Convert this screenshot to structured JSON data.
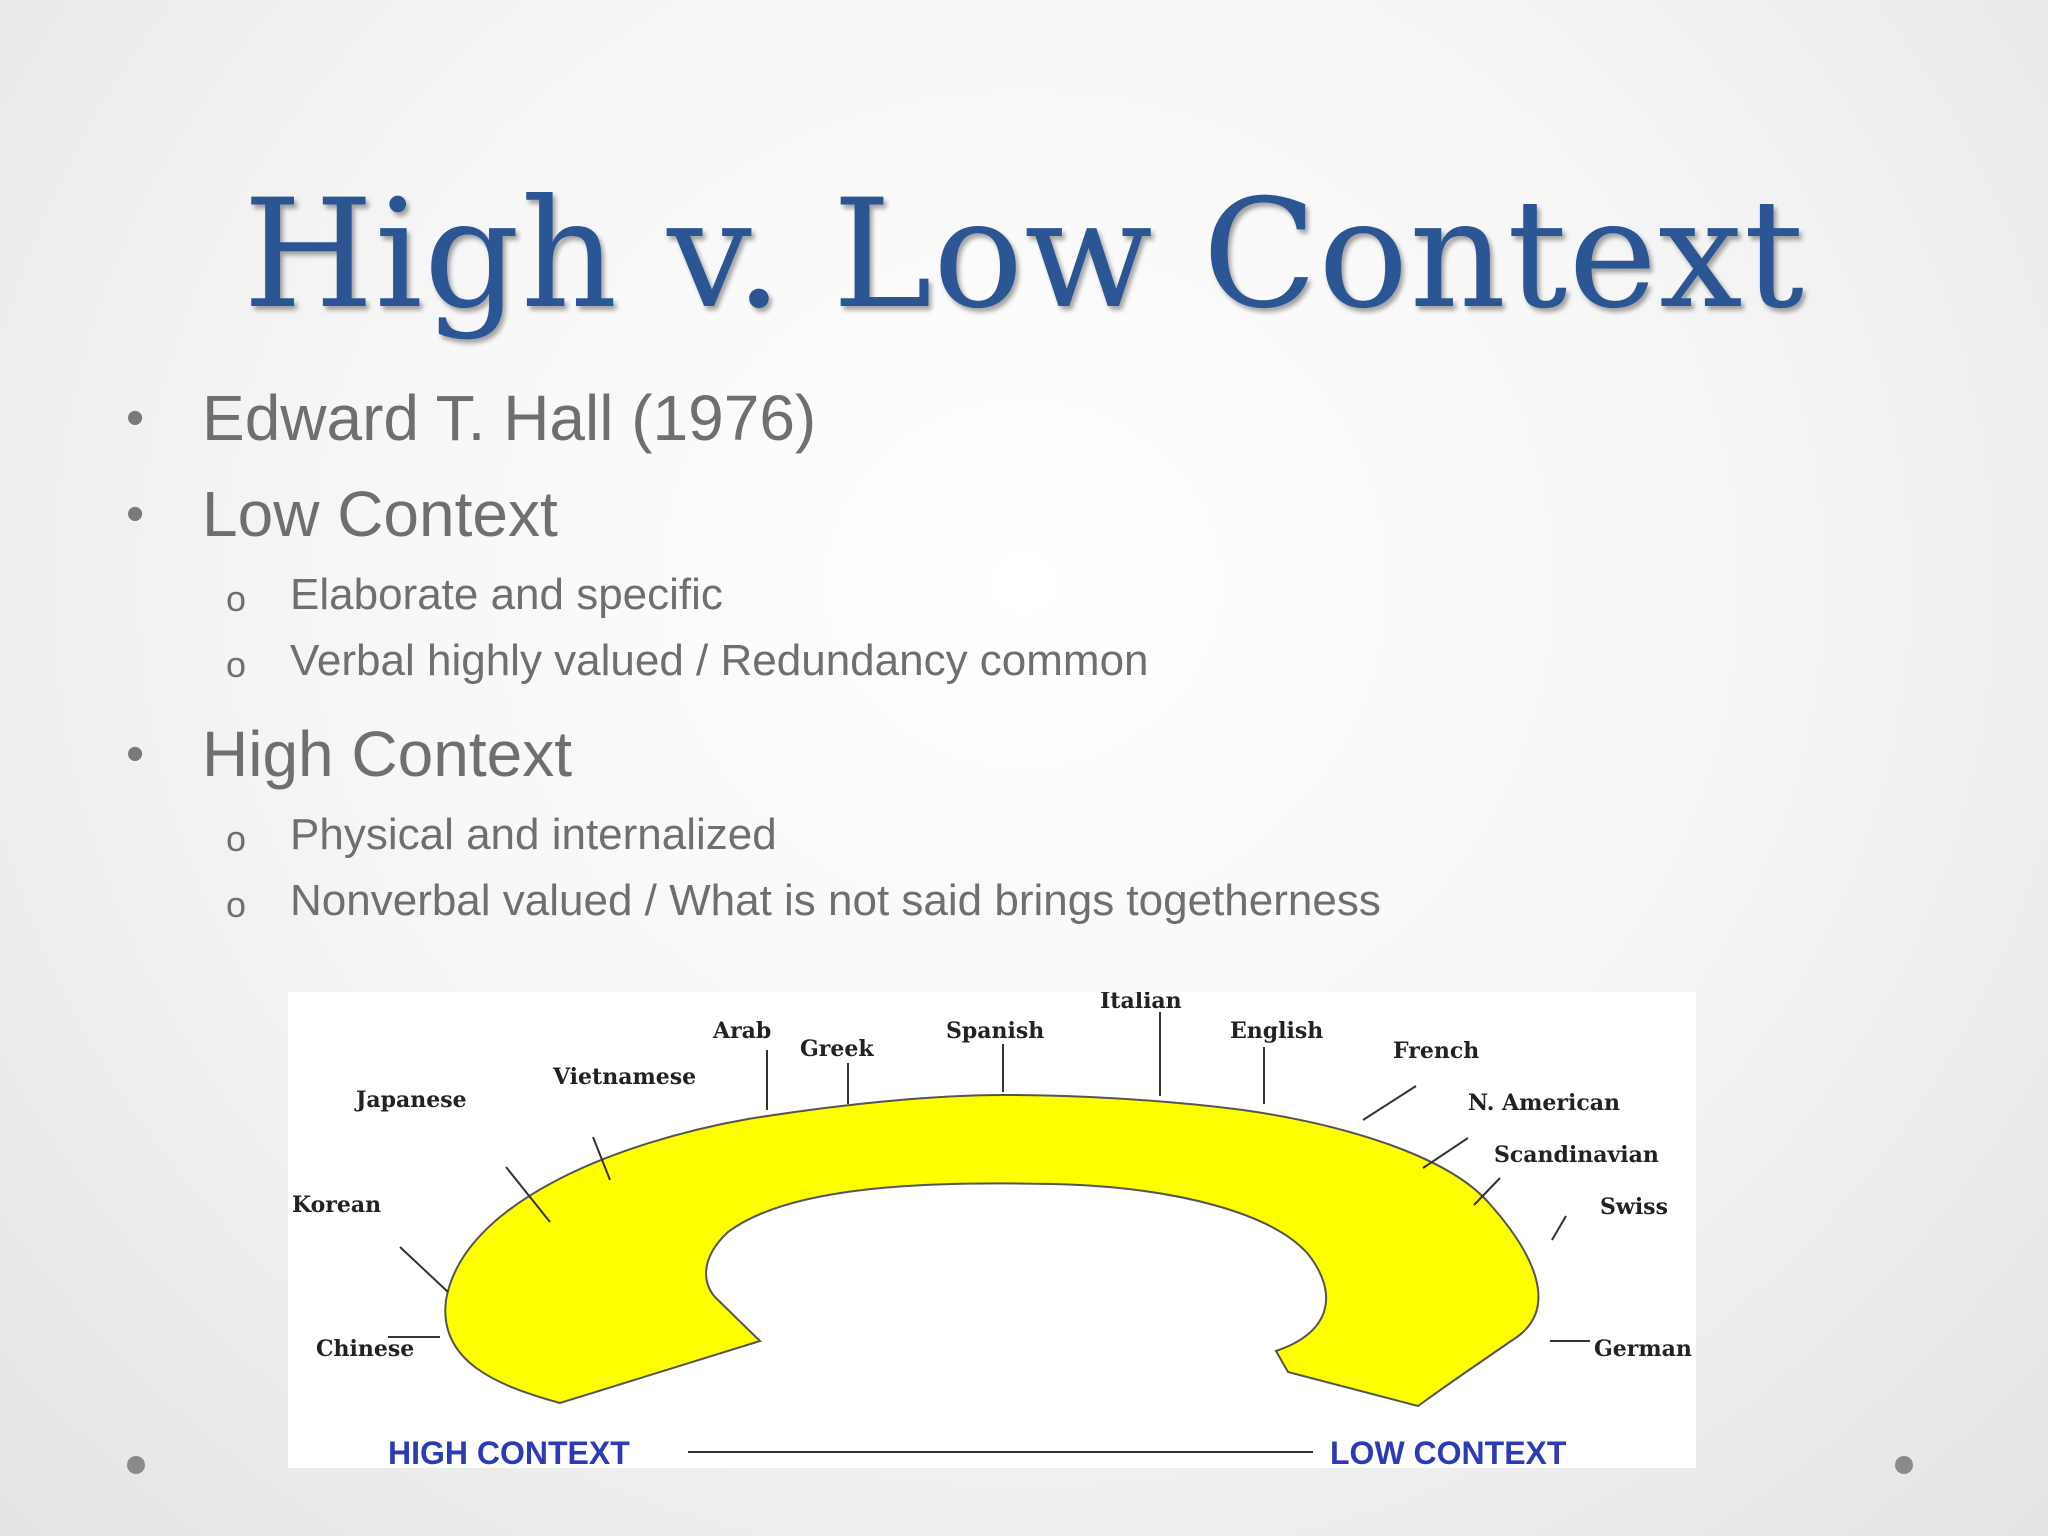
{
  "slide": {
    "title": "High v. Low Context",
    "bullets": [
      {
        "text": "Edward T. Hall (1976)",
        "sub": []
      },
      {
        "text": "Low Context",
        "sub": [
          "Elaborate and specific",
          "Verbal highly valued / Redundancy common"
        ]
      },
      {
        "text": "High Context",
        "sub": [
          "Physical and internalized",
          "Nonverbal valued / What is not said brings togetherness"
        ]
      }
    ],
    "bullet_glyph": "•",
    "sub_glyph": "o"
  },
  "diagram": {
    "arc_color": "#ffff00",
    "context_color": "#2a3bb5",
    "cultures": [
      "Chinese",
      "Korean",
      "Japanese",
      "Vietnamese",
      "Arab",
      "Greek",
      "Spanish",
      "Italian",
      "English",
      "French",
      "N. American",
      "Scandinavian",
      "Swiss",
      "German"
    ],
    "high_label": "HIGH CONTEXT",
    "low_label": "LOW CONTEXT"
  }
}
